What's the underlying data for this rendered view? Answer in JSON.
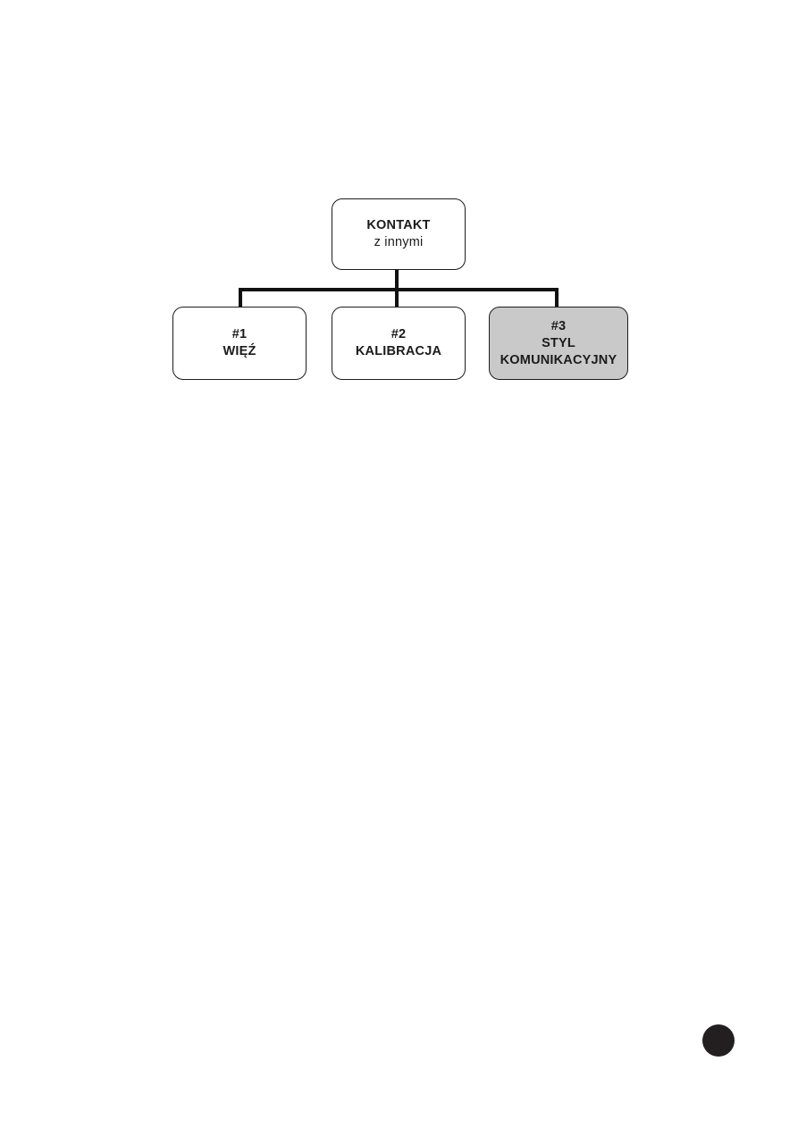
{
  "page": {
    "background_color": "#ffffff"
  },
  "diagram": {
    "type": "tree",
    "root": {
      "title": "KONTAKT",
      "subtitle": "z innymi"
    },
    "children": [
      {
        "number": "#1",
        "lines": [
          "WIĘŹ"
        ],
        "fill": "#ffffff"
      },
      {
        "number": "#2",
        "lines": [
          "KALIBRACJA"
        ],
        "fill": "#ffffff"
      },
      {
        "number": "#3",
        "lines": [
          "STYL",
          "KOMUNIKACYJNY"
        ],
        "fill": "#c9c9c9"
      }
    ],
    "colors": {
      "node_border": "#1c1c1c",
      "connector": "#111111",
      "highlight_fill": "#c9c9c9",
      "text": "#1b1b1b"
    }
  },
  "footer": {
    "page_marker_icon": "filled-circle",
    "page_marker_color": "#231f20"
  }
}
